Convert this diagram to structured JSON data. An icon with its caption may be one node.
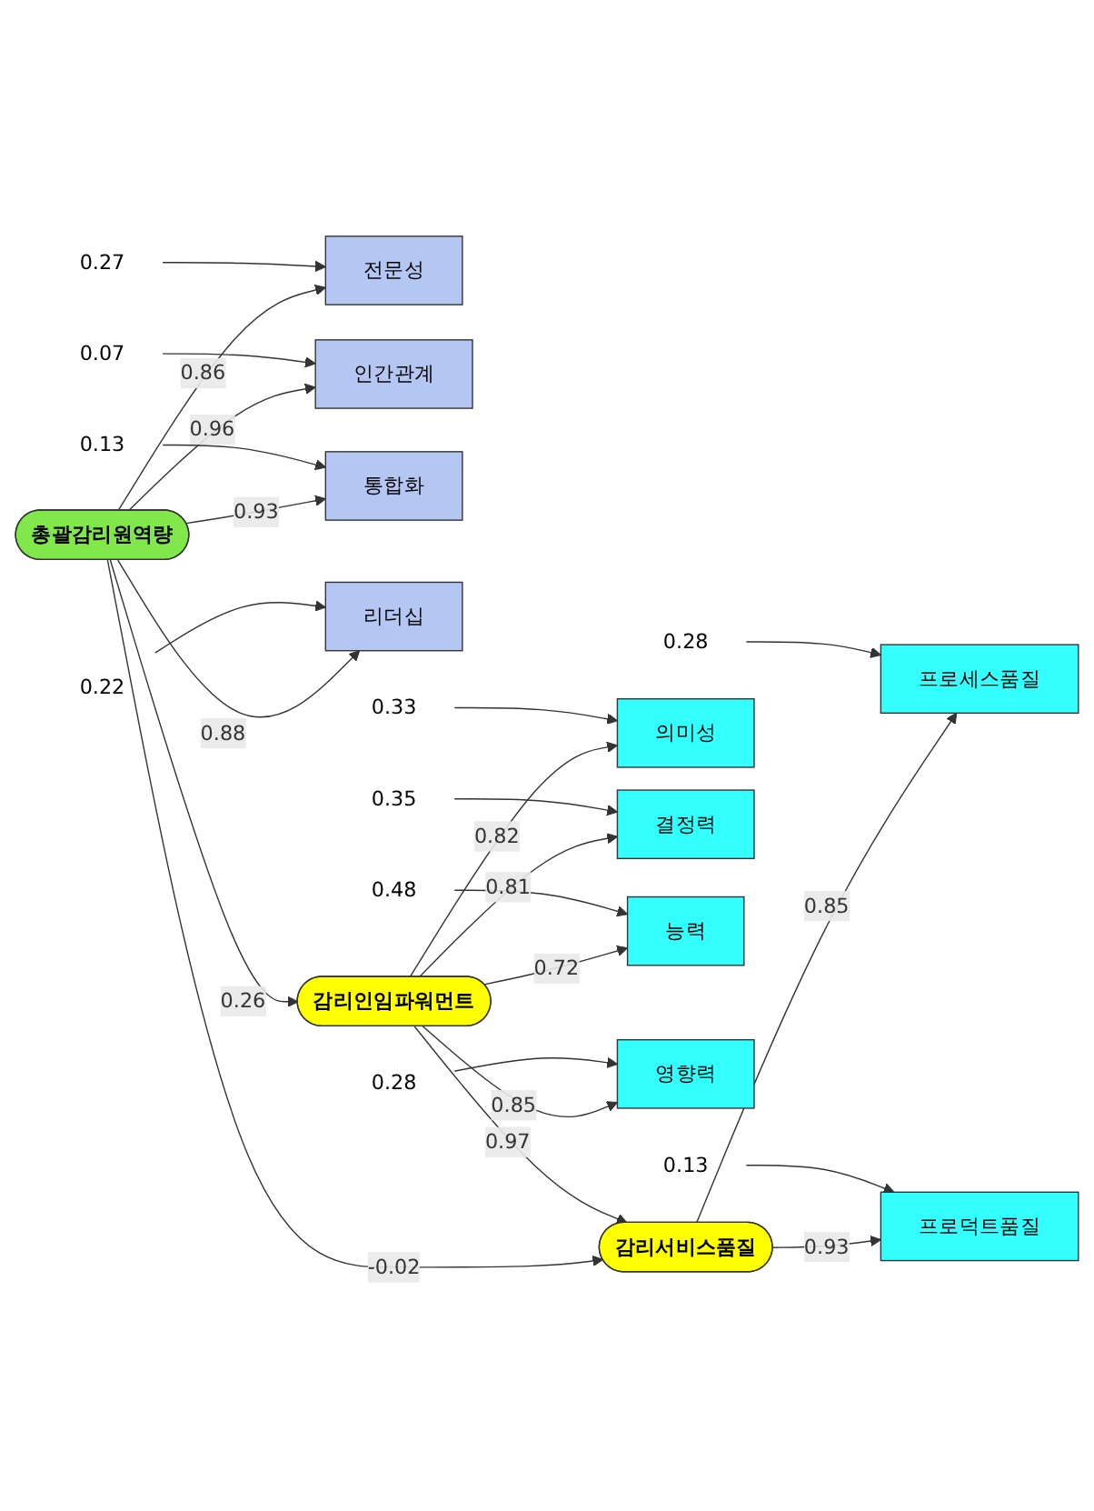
{
  "diagram": {
    "nodes": [
      {
        "text": [
          "전문성"
        ]
      },
      {
        "text": [
          "인간관계"
        ]
      },
      {
        "text": [
          "통합화"
        ]
      },
      {
        "text": [
          "리더십"
        ]
      },
      {
        "text": [
          "총괄감리원역량"
        ]
      },
      {
        "text": [
          "감리인임파워먼트"
        ]
      },
      {
        "text": [
          "감리서비스품질"
        ]
      },
      {
        "text": [
          "의미성"
        ]
      },
      {
        "text": [
          "결정력"
        ]
      },
      {
        "text": [
          "능력"
        ]
      },
      {
        "text": [
          "영향력"
        ]
      },
      {
        "text": [
          "프로세스품질"
        ]
      },
      {
        "text": [
          "프로덕트품질"
        ]
      },
      {
        "text": [
          "0.27"
        ]
      },
      {
        "text": [
          "0.07"
        ]
      },
      {
        "text": [
          "0.13"
        ]
      },
      {
        "text": [
          "0.22"
        ]
      },
      {
        "text": [
          "0.33"
        ]
      },
      {
        "text": [
          "0.35"
        ]
      },
      {
        "text": [
          "0.48"
        ]
      },
      {
        "text": [
          "0.28"
        ]
      },
      {
        "text": [
          "0.28"
        ]
      },
      {
        "text": [
          "0.13"
        ]
      }
    ],
    "edges": [
      {
        "from": 4,
        "to": 0,
        "arrow": "to",
        "label": "0.86"
      },
      {
        "from": 4,
        "to": 1,
        "arrow": "to",
        "label": "0.96"
      },
      {
        "from": 4,
        "to": 2,
        "arrow": "to",
        "label": "0.93"
      },
      {
        "from": 4,
        "to": 3,
        "arrow": "to",
        "label": "0.88"
      },
      {
        "from": 4,
        "to": 5,
        "arrow": "to",
        "label": "0.26"
      },
      {
        "from": 4,
        "to": 6,
        "arrow": "to",
        "label": "-0.02"
      },
      {
        "from": 5,
        "to": 6,
        "arrow": "to",
        "label": "0.97"
      },
      {
        "from": 5,
        "to": 7,
        "arrow": "to",
        "label": "0.82"
      },
      {
        "from": 5,
        "to": 8,
        "arrow": "to",
        "label": "0.81"
      },
      {
        "from": 5,
        "to": 9,
        "arrow": "to",
        "label": "0.72"
      },
      {
        "from": 5,
        "to": 10,
        "arrow": "to",
        "label": "0.85"
      },
      {
        "from": 6,
        "to": 11,
        "arrow": "to",
        "label": "0.85"
      },
      {
        "from": 6,
        "to": 12,
        "arrow": "to",
        "label": "0.93"
      },
      {
        "from": 13,
        "to": 0,
        "arrow": "to"
      },
      {
        "from": 14,
        "to": 1,
        "arrow": "to"
      },
      {
        "from": 15,
        "to": 2,
        "arrow": "to"
      },
      {
        "from": 16,
        "to": 3,
        "arrow": "to"
      },
      {
        "from": 17,
        "to": 7,
        "arrow": "to"
      },
      {
        "from": 18,
        "to": 8,
        "arrow": "to"
      },
      {
        "from": 19,
        "to": 9,
        "arrow": "to"
      },
      {
        "from": 20,
        "to": 10,
        "arrow": "to"
      },
      {
        "from": 21,
        "to": 11,
        "arrow": "to"
      },
      {
        "from": 22,
        "to": 12,
        "arrow": "to"
      }
    ]
  }
}
